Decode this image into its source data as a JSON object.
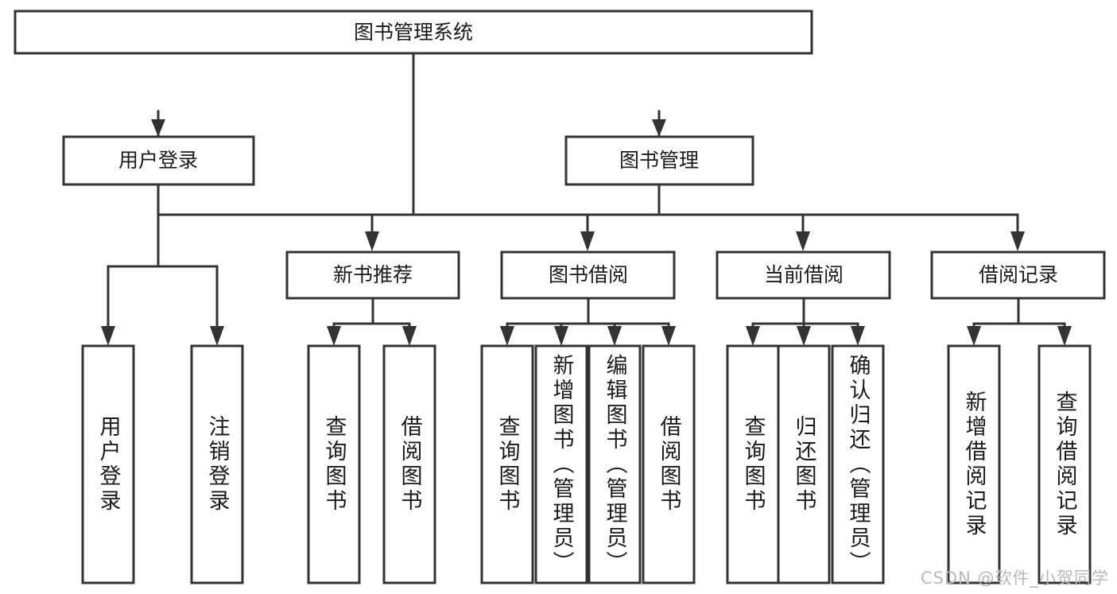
{
  "diagram": {
    "type": "tree-hierarchy",
    "title": "图书管理系统",
    "watermark": "CSDN @软件_小贺同学",
    "colors": {
      "stroke": "#333333",
      "fill": "#ffffff",
      "text": "#1a1a1a",
      "watermark": "#b9b9b9",
      "background": "#ffffff"
    },
    "levels": {
      "root": {
        "label": "图书管理系统"
      },
      "level2": [
        {
          "label": "用户登录"
        },
        {
          "label": "图书管理"
        }
      ],
      "level3": [
        {
          "label": "新书推荐"
        },
        {
          "label": "图书借阅"
        },
        {
          "label": "当前借阅"
        },
        {
          "label": "借阅记录"
        }
      ],
      "leaves": [
        {
          "label": "用户登录",
          "parent": "用户登录"
        },
        {
          "label": "注销登录",
          "parent": "用户登录"
        },
        {
          "label": "查询图书",
          "parent": "新书推荐"
        },
        {
          "label": "借阅图书",
          "parent": "新书推荐"
        },
        {
          "label": "查询图书",
          "parent": "图书借阅"
        },
        {
          "label": "新增图书（管理员）",
          "parent": "图书借阅"
        },
        {
          "label": "编辑图书（管理员）",
          "parent": "图书借阅"
        },
        {
          "label": "借阅图书",
          "parent": "图书借阅"
        },
        {
          "label": "查询图书",
          "parent": "当前借阅"
        },
        {
          "label": "归还图书",
          "parent": "当前借阅"
        },
        {
          "label": "确认归还（管理员）",
          "parent": "当前借阅"
        },
        {
          "label": "新增借阅记录",
          "parent": "借阅记录"
        },
        {
          "label": "查询借阅记录",
          "parent": "借阅记录"
        }
      ]
    }
  }
}
